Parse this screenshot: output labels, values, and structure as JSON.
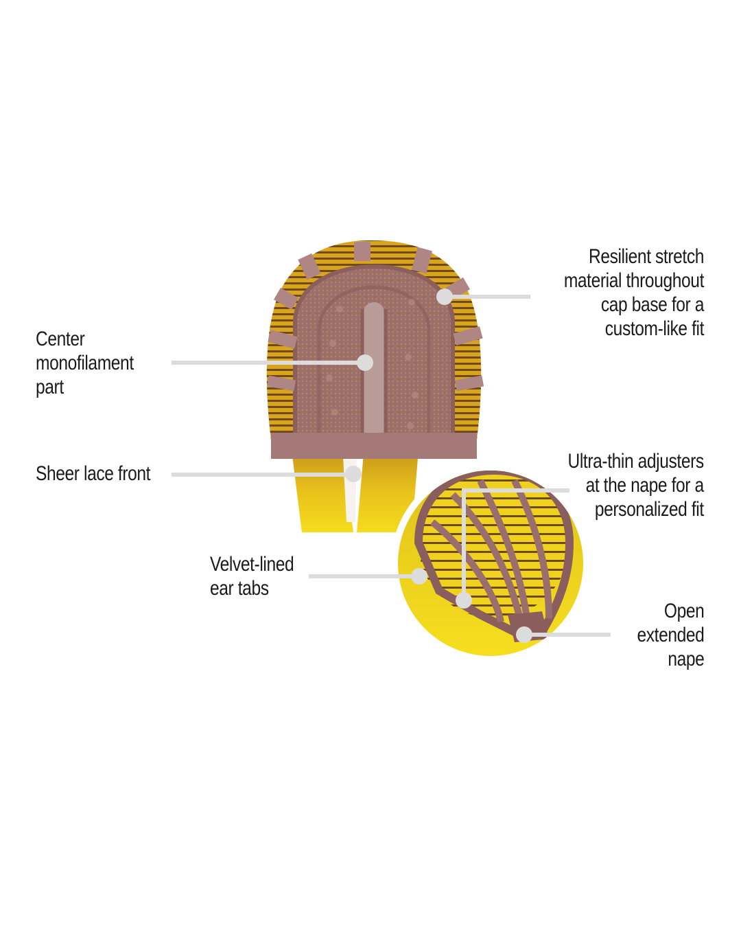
{
  "figure": {
    "background": "#ffffff",
    "connector_color": "#dcdcdc",
    "cap_color": "#9a6e6e",
    "hair_color": "#f2d21a",
    "hair_dark": "#c8961a"
  },
  "callouts": {
    "center_mono_part": {
      "lines": [
        "Center",
        "monofilament",
        "part"
      ]
    },
    "sheer_lace_front": {
      "lines": [
        "Sheer lace front"
      ]
    },
    "resilient_stretch": {
      "lines": [
        "Resilient stretch",
        "material throughout",
        "cap base for a",
        "custom-like fit"
      ]
    },
    "ultra_thin_adjusters": {
      "lines": [
        "Ultra-thin adjusters",
        "at the nape for a",
        "personalized fit"
      ]
    },
    "velvet_ear_tabs": {
      "lines": [
        "Velvet-lined",
        "ear tabs"
      ]
    },
    "open_nape": {
      "lines": [
        "Open",
        "extended",
        "nape"
      ]
    }
  }
}
